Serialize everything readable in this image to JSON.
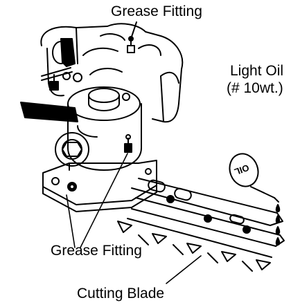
{
  "labels": {
    "grease_fitting_top": "Grease Fitting",
    "light_oil_line1": "Light Oil",
    "light_oil_line2": "(# 10wt.)",
    "grease_fitting_bottom": "Grease Fitting",
    "cutting_blade": "Cutting Blade"
  },
  "oil_can_marking": "OIL"
}
